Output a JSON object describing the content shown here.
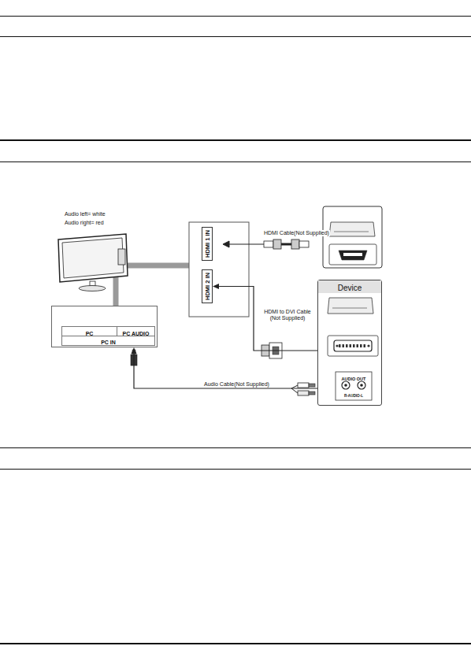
{
  "diagram": {
    "nodes": [
      {
        "text": [
          "HDMI 1 IN"
        ]
      },
      {
        "text": [
          "HDMI 2 IN"
        ]
      },
      {
        "text": [
          "PC",
          "PC AUDIO",
          "PC IN"
        ]
      },
      {
        "text": [
          "Device",
          "AUDIO OUT",
          "R-AUDIO-L"
        ]
      }
    ],
    "edges": [
      {
        "from": 3,
        "to": 1,
        "label": "HDMI to DVI Cable (Not Supplied)",
        "arrow": "to"
      },
      {
        "from": 3,
        "to": 2,
        "label": "Audio Cable(Not Supplied)",
        "arrow": "to"
      }
    ],
    "labels": [
      "Audio left= white",
      "Audio right= red",
      "HDMI Cable(Not Supplied)"
    ]
  }
}
